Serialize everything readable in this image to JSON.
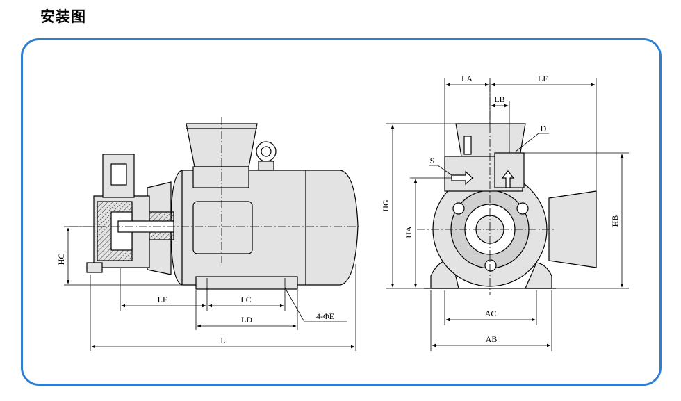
{
  "title": "安装图",
  "colors": {
    "frame": "#2f7fd0",
    "line": "#000000",
    "gray": "#e3e3e3",
    "dark": "#d0d0d0"
  },
  "side_view": {
    "dims": {
      "hc": "HC",
      "le": "LE",
      "lc": "LC",
      "ld": "LD",
      "l": "L",
      "fe": "4-ΦE"
    }
  },
  "front_view": {
    "dims": {
      "la": "LA",
      "lf": "LF",
      "lb": "LB",
      "d": "D",
      "s": "S",
      "hg": "HG",
      "ha": "HA",
      "hb": "HB",
      "ac": "AC",
      "ab": "AB"
    }
  }
}
